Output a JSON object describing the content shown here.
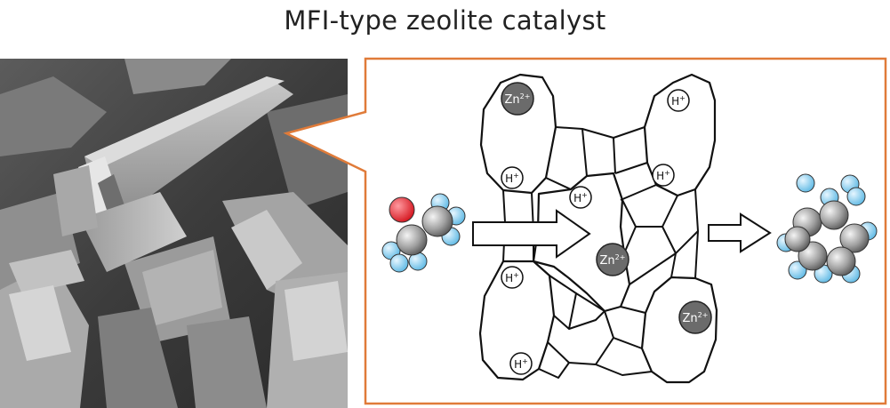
{
  "title": "MFI-type zeolite catalyst",
  "sites": {
    "zn_label": "Zn",
    "zn_charge": "2+",
    "h_label": "H",
    "h_charge": "+"
  },
  "colors": {
    "frame": "#e07b39",
    "zn_fill": "#6b6b6b",
    "oxygen": "#e8323a",
    "hydrogen": "#7ecbea"
  },
  "images": {
    "sem": "SEM micrograph of zeolite crystals"
  }
}
